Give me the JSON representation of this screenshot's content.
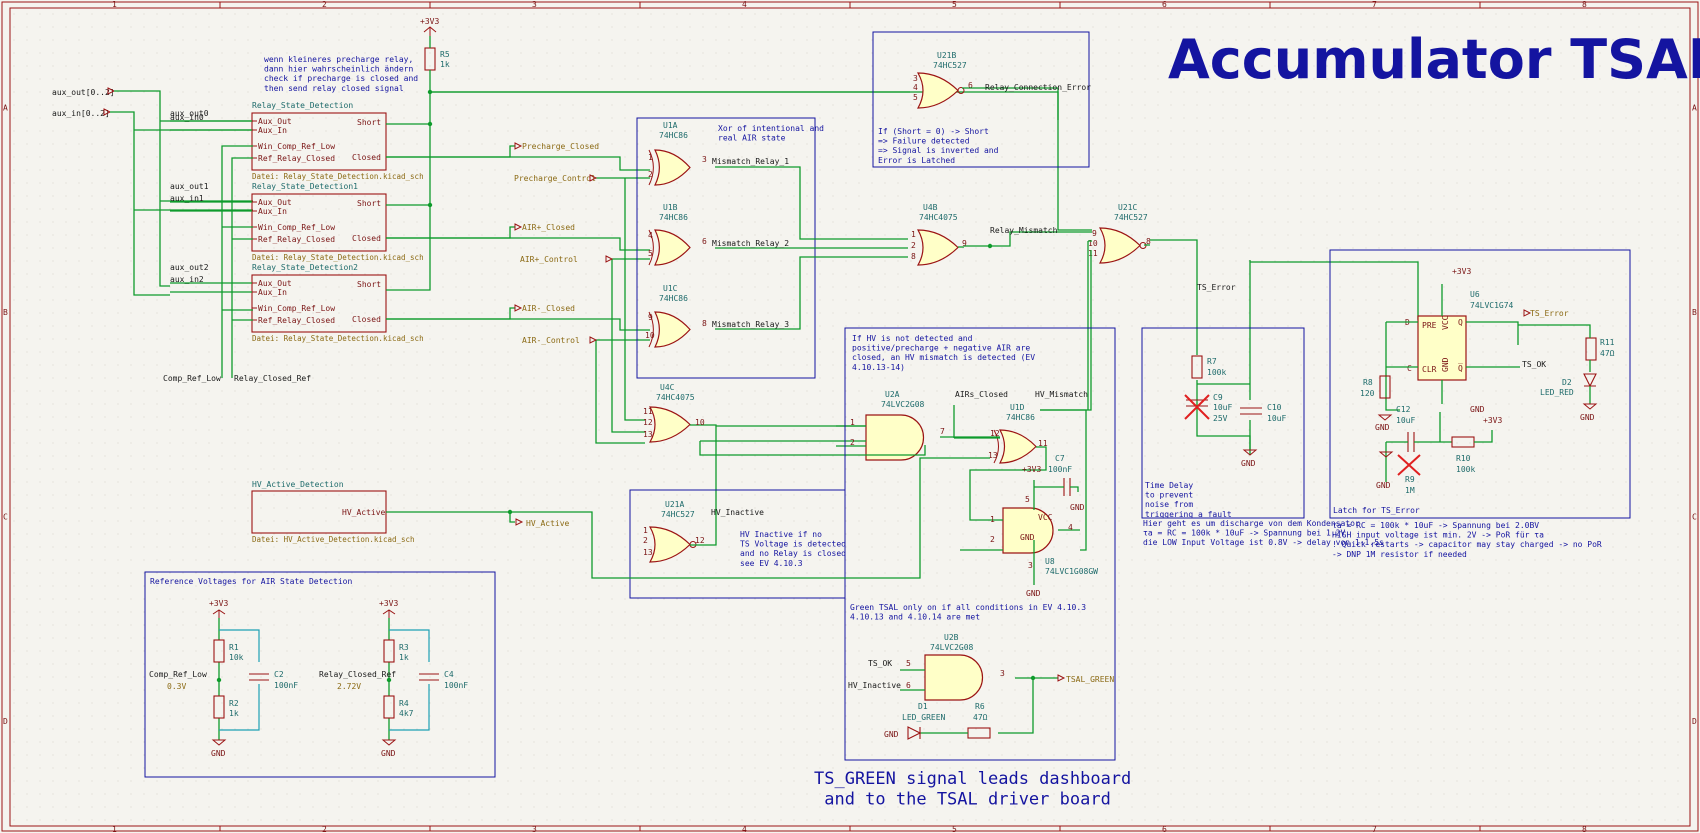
{
  "title": "Accumulator TSAL",
  "frame": {
    "top_numbers": [
      "1",
      "2",
      "3",
      "4",
      "5",
      "6",
      "7",
      "8"
    ],
    "side_letters": [
      "A",
      "B",
      "C",
      "D"
    ]
  },
  "inputs": {
    "aux_out": "aux_out[0..2]",
    "aux_in": "aux_in[0..2]"
  },
  "german_note": "wenn kleineres precharge relay,\ndann hier wahrscheinlich ändern\ncheck if precharge is closed and\nthen send relay closed signal",
  "sheets": [
    {
      "name": "Relay_State_Detection",
      "file": "Datei: Relay_State_Detection.kicad_sch",
      "aux_out": "aux_out0",
      "aux_in": "aux_in0"
    },
    {
      "name": "Relay_State_Detection1",
      "file": "Datei: Relay_State_Detection.kicad_sch",
      "aux_out": "aux_out1",
      "aux_in": "aux_in1"
    },
    {
      "name": "Relay_State_Detection2",
      "file": "Datei: Relay_State_Detection.kicad_sch",
      "aux_out": "aux_out2",
      "aux_in": "aux_in2"
    }
  ],
  "sheet_pins": {
    "aux_out": "Aux_Out",
    "aux_in": "Aux_In",
    "win": "Win_Comp_Ref_Low",
    "ref": "Ref_Relay_Closed",
    "short": "Short",
    "closed": "Closed"
  },
  "hv_sheet": {
    "name": "HV_Active_Detection",
    "file": "Datei: HV_Active_Detection.kicad_sch",
    "pin": "HV_Active"
  },
  "nets": {
    "comp_ref_low": "Comp_Ref_Low",
    "relay_closed_ref": "Relay_Closed_Ref",
    "precharge_closed": "Precharge_Closed",
    "precharge_control": "Precharge_Control",
    "air_p_closed": "AIR+_Closed",
    "air_p_control": "AIR+_Control",
    "air_m_closed": "AIR-_Closed",
    "air_m_control": "AIR-_Control",
    "hv_active": "HV_Active",
    "hv_inactive": "HV_Inactive",
    "mis1": "Mismatch_Relay_1",
    "mis2": "Mismatch_Relay_2",
    "mis3": "Mismatch_Relay_3",
    "relay_mismatch": "Relay_Mismatch",
    "relay_conn_err": "Relay_Connection_Error",
    "ts_error": "TS_Error",
    "airs_closed": "AIRs_Closed",
    "hv_mismatch": "HV_Mismatch",
    "ts_ok": "TS_OK",
    "ts_green": "TSAL_GREEN",
    "v33": "+3V3",
    "gnd": "GND"
  },
  "components": {
    "u1a": {
      "ref": "U1A",
      "val": "74HC86"
    },
    "u1b": {
      "ref": "U1B",
      "val": "74HC86"
    },
    "u1c": {
      "ref": "U1C",
      "val": "74HC86"
    },
    "u4b": {
      "ref": "U4B",
      "val": "74HC4075"
    },
    "u4c": {
      "ref": "U4C",
      "val": "74HC4075"
    },
    "u21b": {
      "ref": "U21B",
      "val": "74HC527"
    },
    "u21c": {
      "ref": "U21C",
      "val": "74HC527"
    },
    "u21a": {
      "ref": "U21A",
      "val": "74HC527"
    },
    "u2a": {
      "ref": "U2A",
      "val": "74LVC2G08"
    },
    "u2b": {
      "ref": "U2B",
      "val": "74LVC2G08"
    },
    "u1d": {
      "ref": "U1D",
      "val": "74HC86"
    },
    "u8": {
      "ref": "U8",
      "val": "74LVC1G08GW"
    },
    "u6": {
      "ref": "U6",
      "val": "74LVC1G74"
    },
    "r5": {
      "ref": "R5",
      "val": "1k"
    },
    "r7": {
      "ref": "R7",
      "val": "100k"
    },
    "r8": {
      "ref": "R8",
      "val": "120"
    },
    "r9": {
      "ref": "R9",
      "val": "1M"
    },
    "r10": {
      "ref": "R10",
      "val": "100k"
    },
    "r11": {
      "ref": "R11",
      "val": "47Ω"
    },
    "r1": {
      "ref": "R1",
      "val": "10k"
    },
    "r2": {
      "ref": "R2",
      "val": "1k"
    },
    "r3": {
      "ref": "R3",
      "val": "1k"
    },
    "r4": {
      "ref": "R4",
      "val": "4k7"
    },
    "r6": {
      "ref": "R6",
      "val": "47Ω"
    },
    "c2": {
      "ref": "C2",
      "val": "100nF"
    },
    "c4": {
      "ref": "C4",
      "val": "100nF"
    },
    "c7": {
      "ref": "C7",
      "val": "100nF"
    },
    "c9": {
      "ref": "C9",
      "val": "10uF"
    },
    "c9v": "25V",
    "c10": {
      "ref": "C10",
      "val": "10uF"
    },
    "c12": {
      "ref": "C12",
      "val": "10uF"
    },
    "d1": {
      "ref": "D1",
      "val": "LED_GREEN"
    },
    "d2": {
      "ref": "D2",
      "val": "LED_RED"
    }
  },
  "notes": {
    "xor": "Xor of intentional and\nreal AIR state",
    "short": "If (Short = 0) -> Short\n=> Failure detected\n=> Signal is inverted and\nError is Latched",
    "hv_mismatch": "If HV is not detected and\npositive/precharge + negative AIR are\nclosed, an HV mismatch is detected (EV\n4.10.13-14)",
    "hv_inactive": "HV Inactive if no\nTS Voltage is detected\nand no Relay is closed\nsee EV 4.10.3",
    "time_delay": "Time Delay\nto prevent\nnoise from\ntriggering a fault",
    "delay_calc": "Hier geht es um discharge von dem Kondensator\nτa = RC = 100k * 10uF -> Spannung bei 1.2V\ndie LOW Input Voltage ist 0.8V -> delay von 1-1.5s",
    "latch_title": "Latch for TS_Error",
    "latch": "τa = RC = 100k * 10uF -> Spannung bei 2.0BV\nHIGH input voltage ist min. 2V -> PoR für τa\n! Quick restarts -> capacitor may stay charged -> no PoR\n-> DNP 1M resistor if needed",
    "green": "Green TSAL only on if all conditions in EV 4.10.3\n4.10.13 and 4.10.14 are met",
    "ref_title": "Reference Voltages for AIR State Detection",
    "comp_ref_v": "0.3V",
    "relay_ref_v": "2.72V",
    "big": "TS_GREEN signal leads dashboard\n and to the TSAL driver board"
  },
  "colors": {
    "wire": "#0f9b2c",
    "symbol": "#9b1414",
    "note": "#1414a0",
    "title": "#1414a0",
    "fill": "#ffffc8",
    "background": "#f5f4ef"
  }
}
